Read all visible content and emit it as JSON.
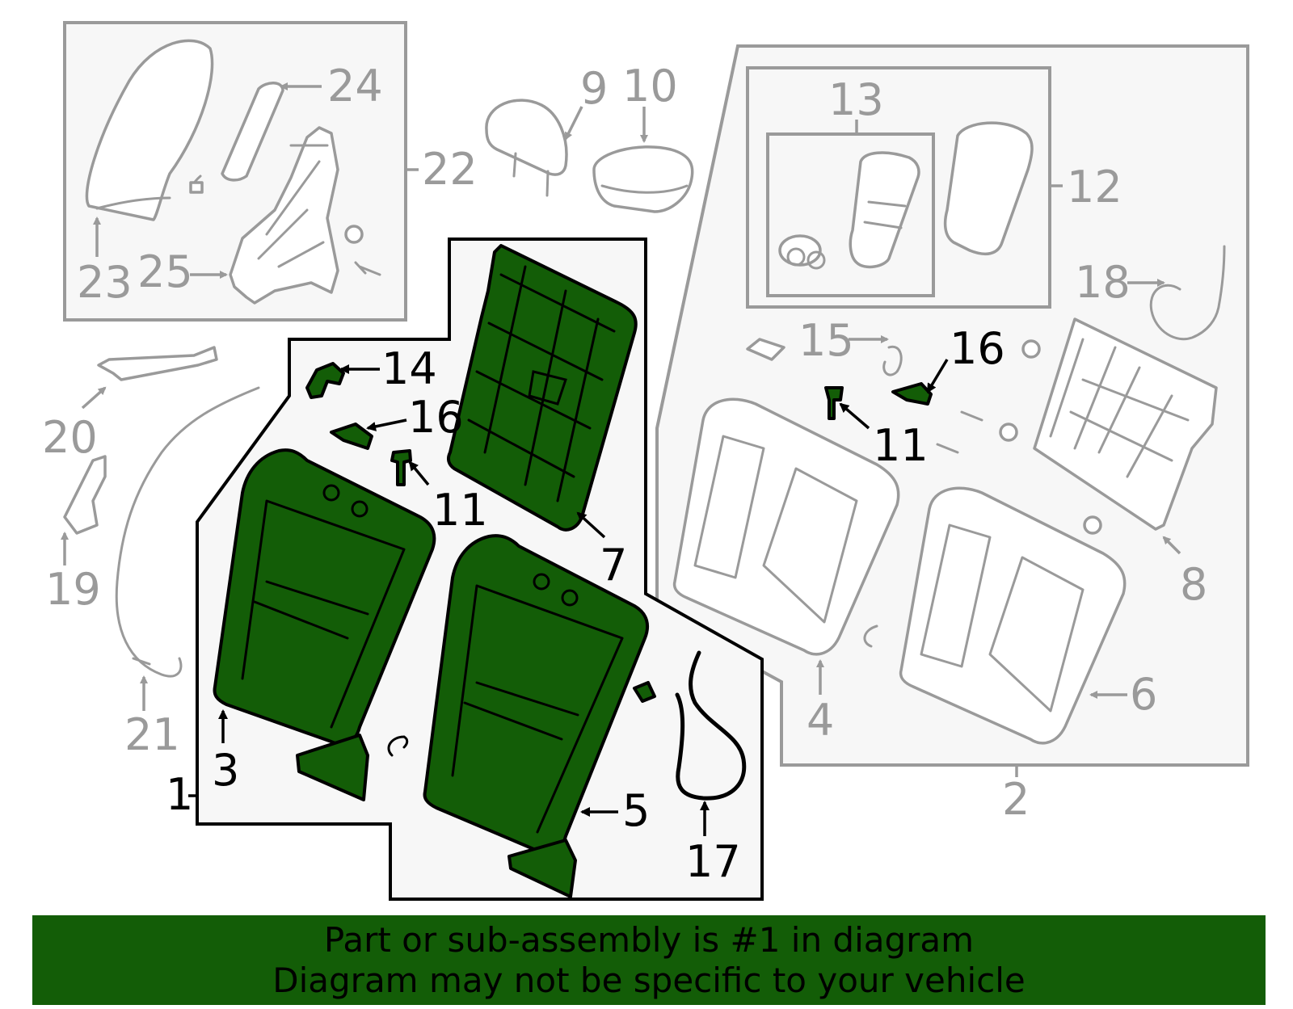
{
  "callouts": {
    "c1": "1",
    "c2": "2",
    "c3": "3",
    "c4": "4",
    "c5": "5",
    "c6": "6",
    "c7": "7",
    "c8": "8",
    "c9": "9",
    "c10": "10",
    "c11a": "11",
    "c11b": "11",
    "c12": "12",
    "c13": "13",
    "c14": "14",
    "c15": "15",
    "c16a": "16",
    "c16b": "16",
    "c17": "17",
    "c18": "18",
    "c19": "19",
    "c20": "20",
    "c21": "21",
    "c22": "22",
    "c23": "23",
    "c24": "24",
    "c25": "25"
  },
  "highlighted_part": "1",
  "colors": {
    "highlight": "#135d07",
    "outline": "#000000",
    "inactive": "#9a9a9a",
    "panel": "#f7f7f7"
  },
  "banner": {
    "line1": "Part or sub-assembly is #1 in diagram",
    "line2": "Diagram may not be specific to your vehicle"
  }
}
